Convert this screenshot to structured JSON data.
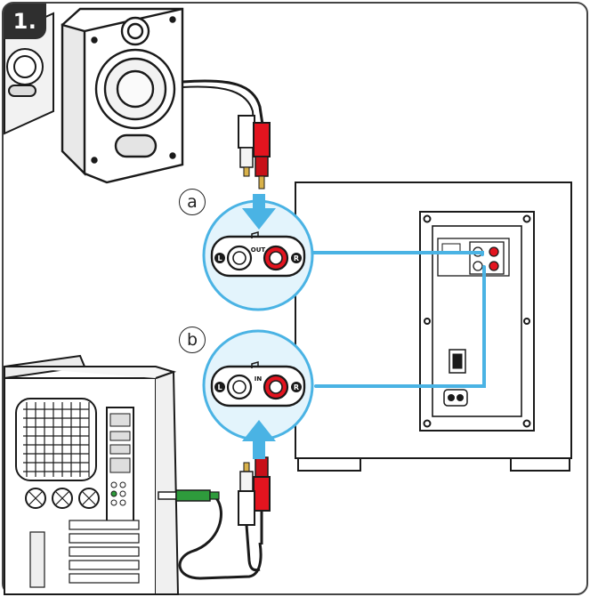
{
  "step": {
    "number": "1."
  },
  "callouts": [
    {
      "letter": "a",
      "jack_label": "OUT",
      "left_marker": "L",
      "right_marker": "R"
    },
    {
      "letter": "b",
      "jack_label": "IN",
      "left_marker": "L",
      "right_marker": "R"
    }
  ],
  "colors": {
    "cable_blue": "#4ab3e4",
    "bubble_fill": "#e3f4fc",
    "rca_red": "#e3141f",
    "rca_white": "#ffffff",
    "audio_green": "#2e9b3c",
    "line": "#1a1a1a"
  },
  "icons": [
    "music-note-icon",
    "arrow-down-icon",
    "arrow-up-icon"
  ]
}
